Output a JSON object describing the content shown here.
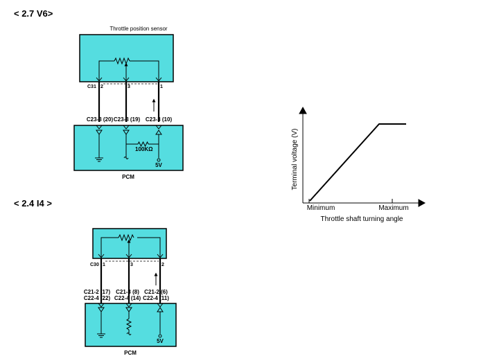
{
  "v6": {
    "heading": "< 2.7 V6>",
    "sensor_title": "Throttle position sensor",
    "connector": "C31",
    "pins": [
      "2",
      "3",
      "1"
    ],
    "pcm_terminals": [
      "C23-3 (20)",
      "C23-3 (19)",
      "C23-3 (10)"
    ],
    "resistor": "100KΩ",
    "supply": "5V",
    "module": "PCM"
  },
  "i4": {
    "heading": "< 2.4 I4 >",
    "connector": "C30",
    "pins": [
      "1",
      "3",
      "2"
    ],
    "pcm_terminals_top": [
      "C21-2 (17)",
      "C21-3 (8)",
      "C21-2 (6)"
    ],
    "pcm_terminals_bottom": [
      "C22-4 (22)",
      "C22-4 (14)",
      "C22-4 (11)"
    ],
    "supply": "5V",
    "module": "PCM"
  },
  "graph": {
    "ylabel": "Terminal voltage (V)",
    "xlabel": "Throttle shaft turning angle",
    "x_min_label": "Minimum",
    "x_max_label": "Maximum"
  },
  "colors": {
    "box_fill": "#55dde0",
    "line": "#000000"
  }
}
